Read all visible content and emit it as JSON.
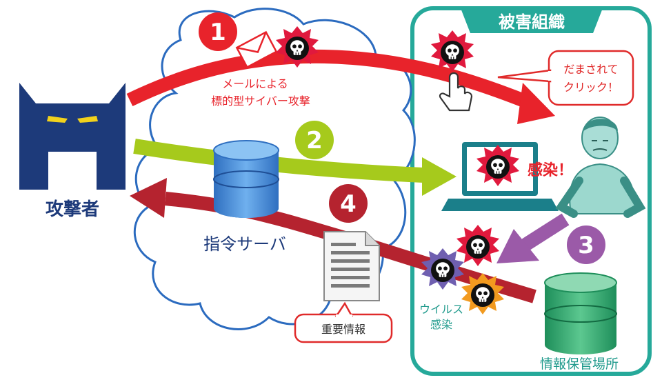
{
  "attacker": {
    "label": "攻撃者"
  },
  "cnc_server": {
    "label": "指令サーバ"
  },
  "victim_org": {
    "title": "被害組織"
  },
  "steps": [
    {
      "number": "1",
      "color": "#e8232b"
    },
    {
      "number": "2",
      "color": "#a6ca1c"
    },
    {
      "number": "3",
      "color": "#9b5aa8"
    },
    {
      "number": "4",
      "color": "#b5232f"
    }
  ],
  "labels": {
    "email_attack_line1": "メールによる",
    "email_attack_line2": "標的型サイバー攻撃",
    "fooled_line1": "だまされて",
    "fooled_line2": "クリック！",
    "infected": "感染！",
    "virus_line1": "ウイルス",
    "virus_line2": "感染",
    "important_info": "重要情報",
    "data_storage": "情報保管場所"
  },
  "colors": {
    "teal": "#26a99a",
    "callout_red": "#e02a2a",
    "navy": "#1d3a7a",
    "cloud_outline": "#2b6bbf",
    "text_teal": "#1f9a8c"
  }
}
